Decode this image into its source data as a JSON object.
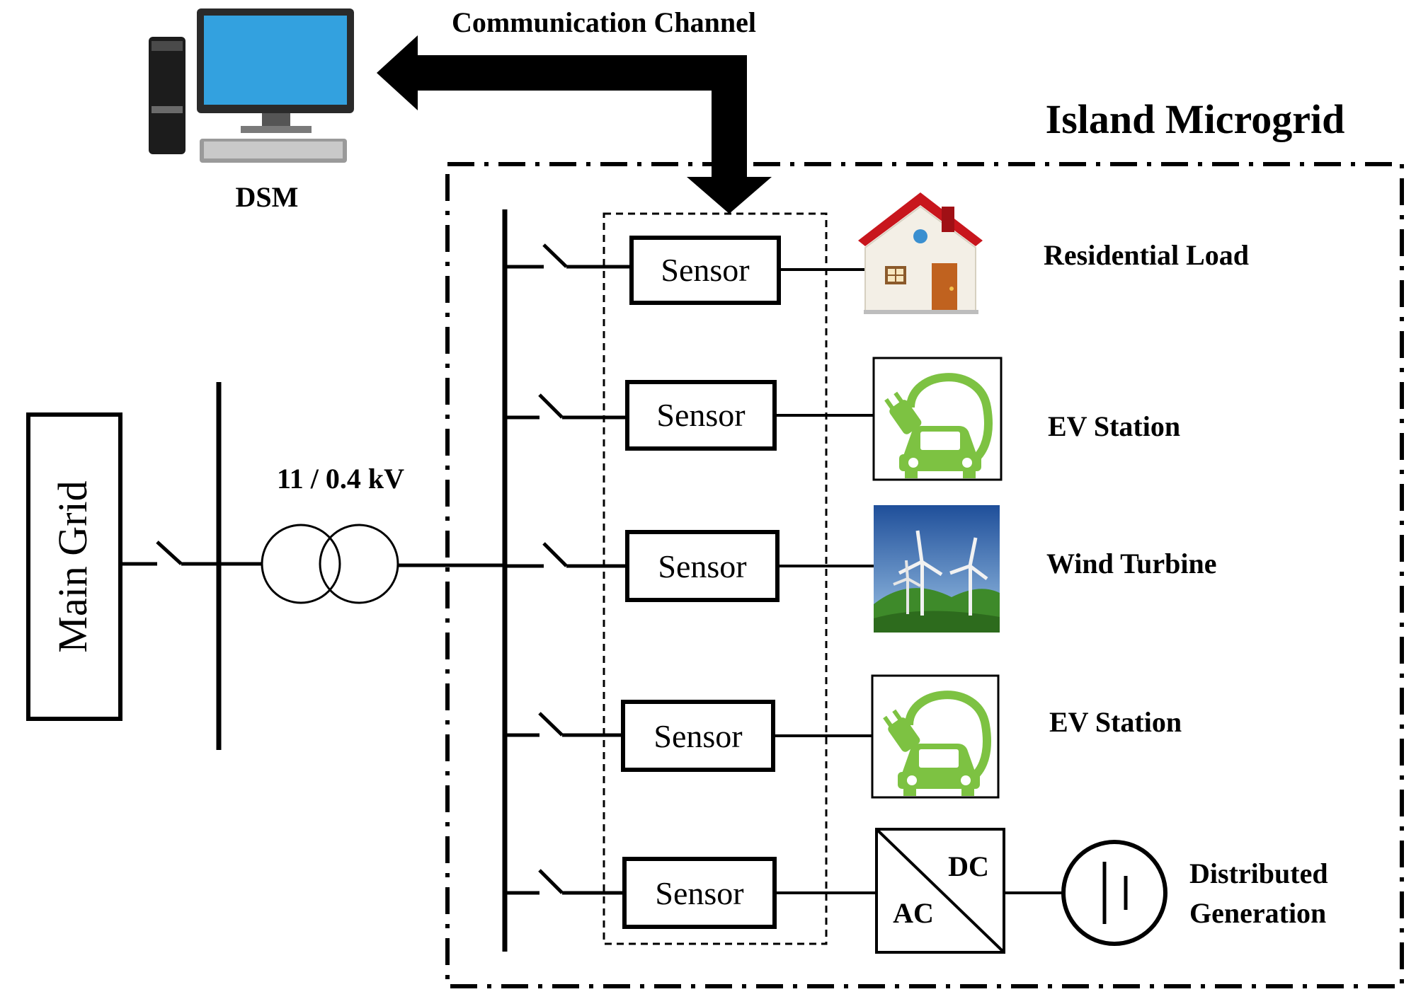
{
  "title": "Island Microgrid",
  "communication_label": "Communication Channel",
  "dsm_label": "DSM",
  "main_grid_label": "Main Grid",
  "transformer_label": "11 / 0.4 kV",
  "sensor_label": "Sensor",
  "converter": {
    "ac": "AC",
    "dc": "DC"
  },
  "loads": [
    {
      "label": "Residential Load",
      "icon": "house-icon"
    },
    {
      "label": "EV Station",
      "icon": "ev-charger-icon"
    },
    {
      "label": "Wind Turbine",
      "icon": "wind-turbine-icon"
    },
    {
      "label": "EV Station",
      "icon": "ev-charger-icon"
    }
  ],
  "distributed_generation": {
    "line1": "Distributed",
    "line2": "Generation",
    "icon": "dc-source-icon"
  },
  "colors": {
    "ink": "#000000",
    "house_roof": "#c8161d",
    "ev_green": "#7dc242",
    "sky": "#2a5fa8",
    "hill": "#3e8a2a"
  }
}
